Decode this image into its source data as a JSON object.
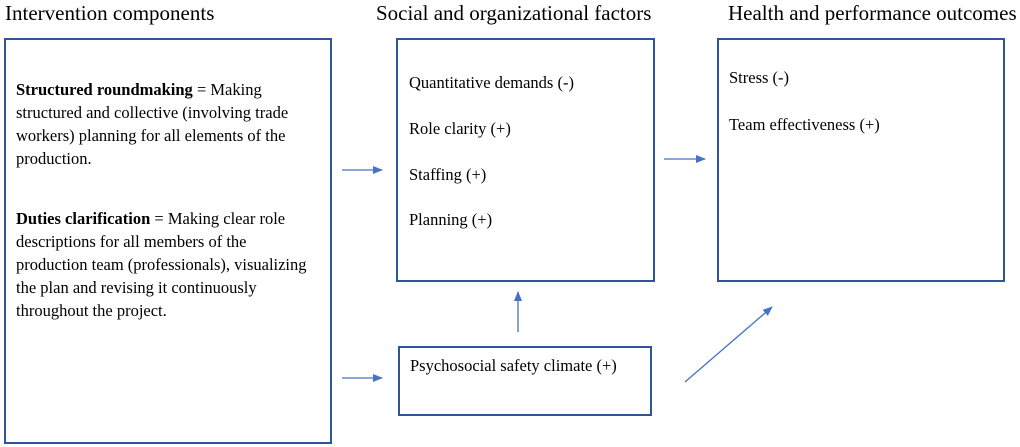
{
  "columns": {
    "intervention": "Intervention components",
    "social": "Social and organizational factors",
    "outcomes": "Health and performance outcomes"
  },
  "intervention": {
    "roundmaking_term": "Structured roundmaking",
    "roundmaking_desc": " = Making structured and collective (involving trade workers) planning for all elements of the production.",
    "duties_term": "Duties clarification",
    "duties_desc": " = Making clear role descriptions for all members of the production team (professionals), visualizing the plan and revising it continuously throughout the project."
  },
  "social_factors": [
    "Quantitative demands (-)",
    "Role clarity (+)",
    "Staffing (+)",
    "Planning (+)"
  ],
  "climate": "Psychosocial safety climate (+)",
  "outcomes": [
    "Stress (-)",
    "Team effectiveness (+)"
  ],
  "colors": {
    "box_border": "#2f5597",
    "arrow": "#4472c4"
  }
}
